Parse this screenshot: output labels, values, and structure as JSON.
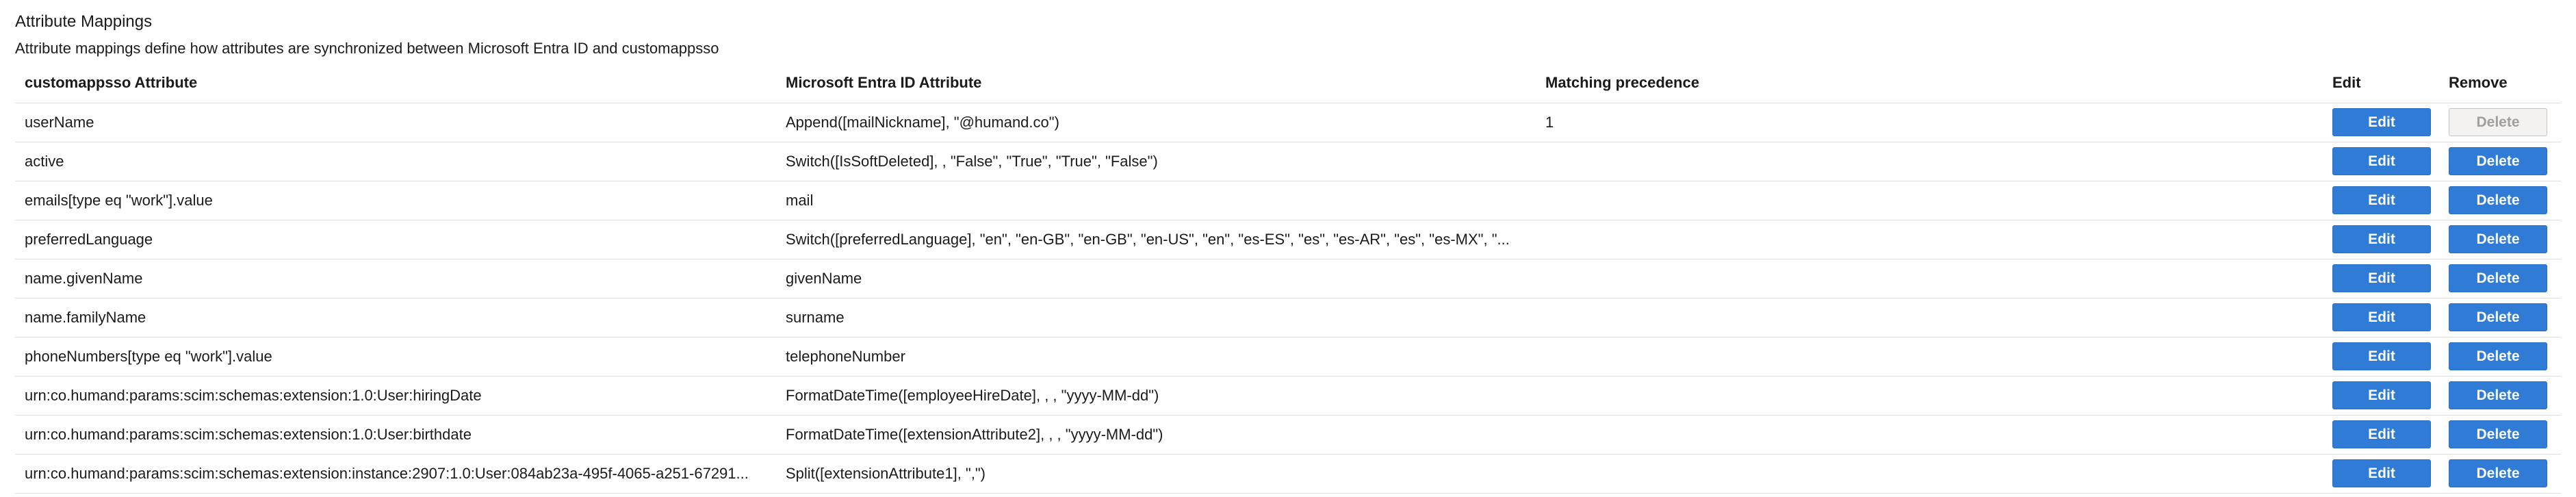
{
  "section": {
    "title": "Attribute Mappings",
    "description": "Attribute mappings define how attributes are synchronized between Microsoft Entra ID and customappsso"
  },
  "columns": {
    "source": "customappsso Attribute",
    "target": "Microsoft Entra ID Attribute",
    "precedence": "Matching precedence",
    "edit": "Edit",
    "remove": "Remove"
  },
  "buttons": {
    "edit": "Edit",
    "delete": "Delete"
  },
  "rows": [
    {
      "source": "userName",
      "target": "Append([mailNickname], \"@humand.co\")",
      "precedence": "1",
      "delete_disabled": true
    },
    {
      "source": "active",
      "target": "Switch([IsSoftDeleted], , \"False\", \"True\", \"True\", \"False\")",
      "precedence": "",
      "delete_disabled": false
    },
    {
      "source": "emails[type eq \"work\"].value",
      "target": "mail",
      "precedence": "",
      "delete_disabled": false
    },
    {
      "source": "preferredLanguage",
      "target": "Switch([preferredLanguage], \"en\", \"en-GB\", \"en-GB\", \"en-US\", \"en\", \"es-ES\", \"es\", \"es-AR\", \"es\", \"es-MX\", \"...",
      "precedence": "",
      "delete_disabled": false
    },
    {
      "source": "name.givenName",
      "target": "givenName",
      "precedence": "",
      "delete_disabled": false
    },
    {
      "source": "name.familyName",
      "target": "surname",
      "precedence": "",
      "delete_disabled": false
    },
    {
      "source": "phoneNumbers[type eq \"work\"].value",
      "target": "telephoneNumber",
      "precedence": "",
      "delete_disabled": false
    },
    {
      "source": "urn:co.humand:params:scim:schemas:extension:1.0:User:hiringDate",
      "target": "FormatDateTime([employeeHireDate], , , \"yyyy-MM-dd\")",
      "precedence": "",
      "delete_disabled": false
    },
    {
      "source": "urn:co.humand:params:scim:schemas:extension:1.0:User:birthdate",
      "target": "FormatDateTime([extensionAttribute2], , , \"yyyy-MM-dd\")",
      "precedence": "",
      "delete_disabled": false
    },
    {
      "source": "urn:co.humand:params:scim:schemas:extension:instance:2907:1.0:User:084ab23a-495f-4065-a251-67291...",
      "target": "Split([extensionAttribute1], \",\")",
      "precedence": "",
      "delete_disabled": false
    }
  ]
}
